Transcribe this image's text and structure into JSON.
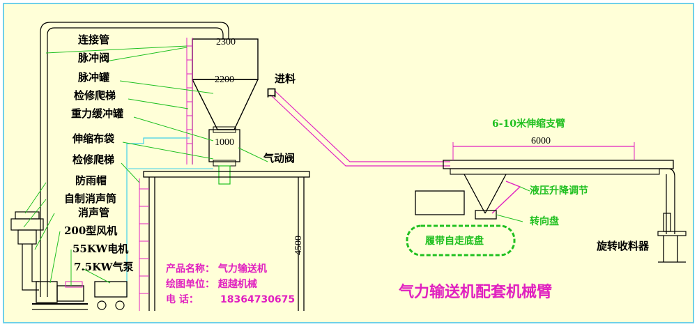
{
  "labels": {
    "pipe": "连接管",
    "pulse_valve": "脉冲阀",
    "pulse_tank": "脉冲罐",
    "ladder_top": "检修爬梯",
    "buffer_tank": "重力缓冲罐",
    "bag": "伸缩布袋",
    "ladder_low": "检修爬梯",
    "rain_cap": "防雨帽",
    "silencer_tube": "自制消声筒",
    "silencer_pipe": "消声管",
    "fan": "200型风机",
    "motor": "55KW电机",
    "pump": "7.5KW气泵",
    "inlet": "进料",
    "inlet2": "口",
    "valve": "气动阀",
    "hydraulic": "液压升降调节",
    "turntable": "转向盘",
    "crawler": "履带自走底盘",
    "collector": "旋转收料器",
    "arm": "6-10米伸缩支臂"
  },
  "dims": {
    "d2300": "2300",
    "d2200": "2200",
    "d1000": "1000",
    "d4500": "4500",
    "d6000": "6000"
  },
  "info": {
    "product": "产品名称：  气力输送机",
    "unit": "绘图单位：  超越机械",
    "phone_label": "电      话：",
    "phone": "18364730675"
  },
  "title": "气力输送机配套机械臂",
  "colors": {
    "background": "#ffffd8",
    "frame": "#6fd0e8",
    "lines": "#000000",
    "pipe": "#e020c0",
    "leaders": "#20c020",
    "air": "#40d0e8"
  }
}
